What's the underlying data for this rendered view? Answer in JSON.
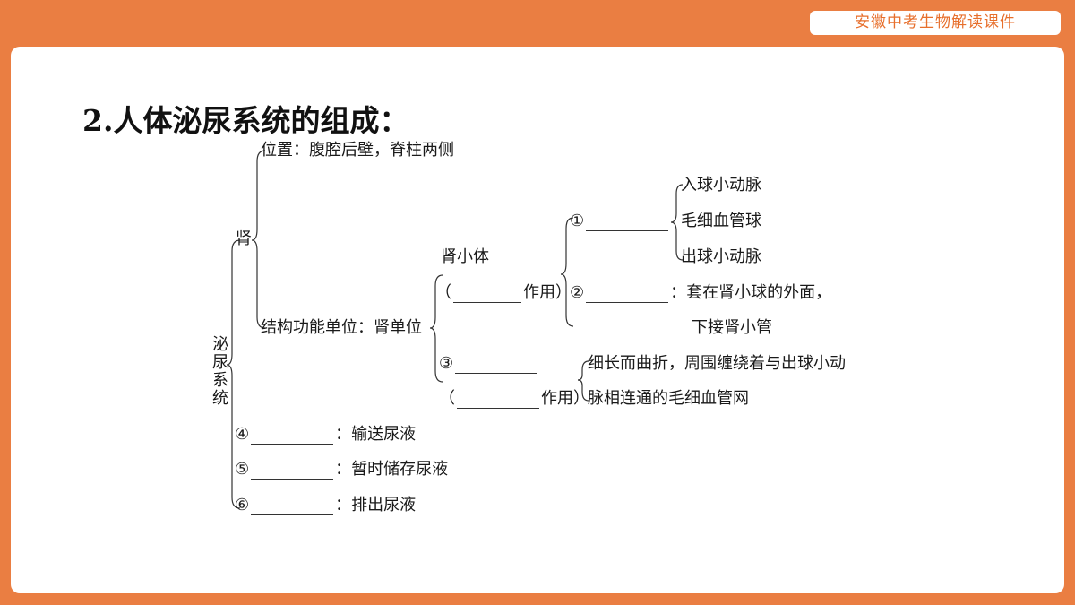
{
  "header": {
    "badge": "安徽中考生物解读课件"
  },
  "title": "2.人体泌尿系统的组成：",
  "tree": {
    "root": "泌尿系统",
    "kidney": {
      "label": "肾",
      "position": "位置：腹腔后壁，脊柱两侧",
      "unit": "结构功能单位：肾单位",
      "corpuscle": "肾小体",
      "corpuscle_fn_open": "（",
      "corpuscle_fn_close": "作用）",
      "item1": "①",
      "item1_children": [
        "入球小动脉",
        "毛细血管球",
        "出球小动脉"
      ],
      "item2": "②",
      "item2_desc_line1": "：套在肾小球的外面，",
      "item2_desc_line2": "下接肾小管",
      "item3": "③",
      "item3_fn_open": "（",
      "item3_fn_close": "作用）",
      "item3_desc_line1": "细长而曲折，周围缠绕着与出球小动",
      "item3_desc_line2": "脉相连通的毛细血管网"
    },
    "item4": {
      "num": "④",
      "desc": "：输送尿液"
    },
    "item5": {
      "num": "⑤",
      "desc": "：暂时储存尿液"
    },
    "item6": {
      "num": "⑥",
      "desc": "：排出尿液"
    }
  }
}
